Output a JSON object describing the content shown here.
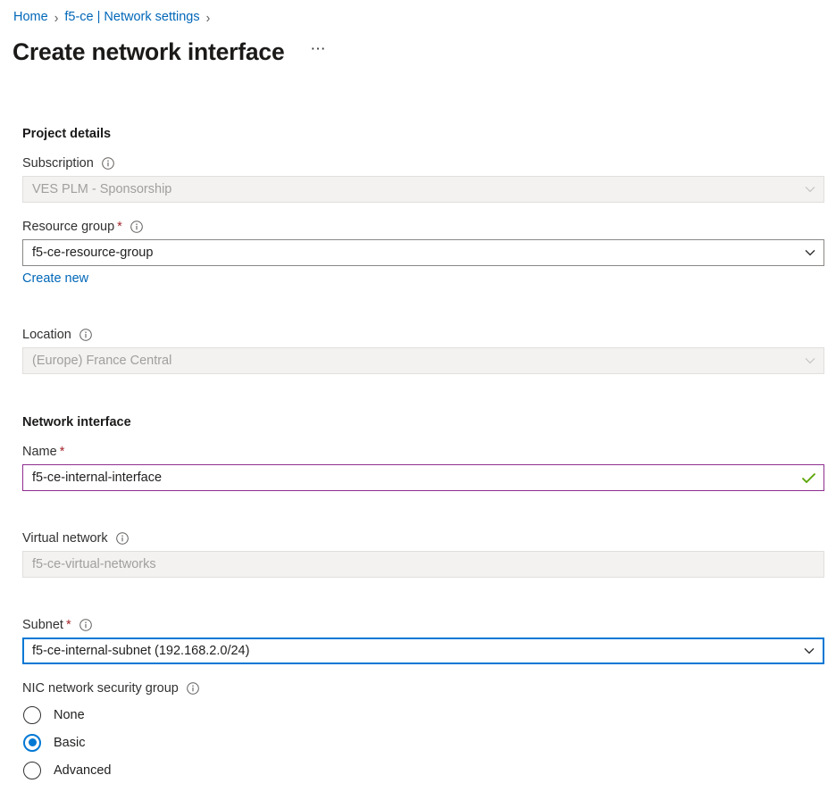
{
  "breadcrumb": {
    "items": [
      {
        "label": "Home"
      },
      {
        "label": "f5-ce | Network settings"
      }
    ],
    "separator": "›"
  },
  "header": {
    "title": "Create network interface",
    "more_label": "⋯"
  },
  "sections": {
    "project_details": {
      "heading": "Project details",
      "subscription": {
        "label": "Subscription",
        "required": "",
        "value": "VES PLM - Sponsorship",
        "state": "disabled"
      },
      "resource_group": {
        "label": "Resource group",
        "required": "*",
        "value": "f5-ce-resource-group",
        "state": "normal",
        "create_new_label": "Create new"
      },
      "location": {
        "label": "Location",
        "required": "",
        "value": "(Europe) France Central",
        "state": "disabled"
      }
    },
    "network_interface": {
      "heading": "Network interface",
      "name": {
        "label": "Name",
        "required": "*",
        "value": "f5-ce-internal-interface",
        "state": "valid"
      },
      "virtual_network": {
        "label": "Virtual network",
        "required": "",
        "value": "f5-ce-virtual-networks",
        "state": "disabled"
      },
      "subnet": {
        "label": "Subnet",
        "required": "*",
        "value": "f5-ce-internal-subnet (192.168.2.0/24)",
        "state": "focused"
      },
      "nsg": {
        "label": "NIC network security group",
        "options": [
          {
            "label": "None",
            "selected": false
          },
          {
            "label": "Basic",
            "selected": true
          },
          {
            "label": "Advanced",
            "selected": false
          }
        ]
      }
    }
  },
  "colors": {
    "link": "#0067b8",
    "accent": "#0078d4",
    "required": "#a4262c",
    "validated_border": "#8f2d8f",
    "valid_check": "#57a300",
    "disabled_bg": "#f3f2f1"
  }
}
